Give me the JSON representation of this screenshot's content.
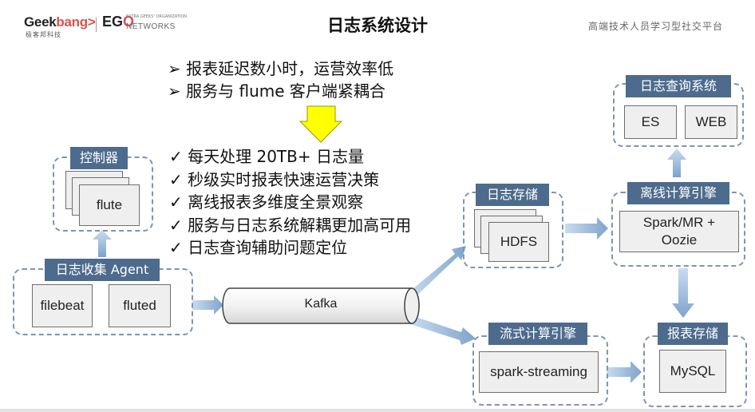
{
  "header": {
    "logo_geek": "Geek",
    "logo_bang": "bang",
    "logo_arrow": ">",
    "logo_geek_sub": "极客邦科技",
    "logo_ego_e": "EG",
    "logo_ego_o": "O",
    "logo_ego_sub1": "EXTRA GEEKS' ORGANIZATION",
    "logo_ego_sub2": "NETWORKS",
    "title": "日志系统设计",
    "slogan": "高端技术人员学习型社交平台"
  },
  "problems": [
    {
      "glyph": "➢",
      "text": "报表延迟数小时，运营效率低"
    },
    {
      "glyph": "➢",
      "text": "服务与 flume 客户端紧耦合"
    }
  ],
  "benefits": [
    {
      "glyph": "✓",
      "text": "每天处理 20TB+ 日志量"
    },
    {
      "glyph": "✓",
      "text": "秒级实时报表快速运营决策"
    },
    {
      "glyph": "✓",
      "text": "离线报表多维度全景观察"
    },
    {
      "glyph": "✓",
      "text": "服务与日志系统解耦更加高可用"
    },
    {
      "glyph": "✓",
      "text": "日志查询辅助问题定位"
    }
  ],
  "diagram": {
    "controller": {
      "title": "控制器",
      "node": "flute"
    },
    "collector": {
      "title": "日志收集 Agent",
      "nodes": [
        "filebeat",
        "fluted"
      ]
    },
    "kafka": "Kafka",
    "storage": {
      "title": "日志存储",
      "node": "HDFS"
    },
    "stream": {
      "title": "流式计算引擎",
      "node": "spark-streaming"
    },
    "offline": {
      "title": "离线计算引擎",
      "node_line1": "Spark/MR +",
      "node_line2": "Oozie"
    },
    "query": {
      "title": "日志查询系统",
      "nodes": [
        "ES",
        "WEB"
      ]
    },
    "report": {
      "title": "报表存储",
      "node": "MySQL"
    }
  },
  "colors": {
    "group_title_bg": "#4d6b8d",
    "dashed_border": "#7f94b0",
    "arrow": "#8eb0d4",
    "down_arrow": "#ffff00"
  }
}
